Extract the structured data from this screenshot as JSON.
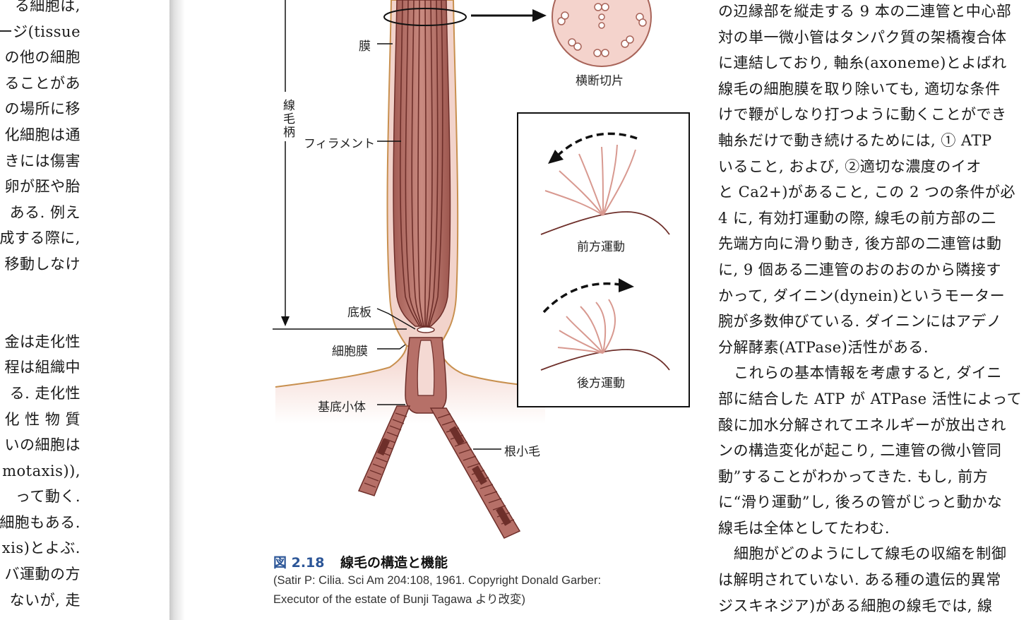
{
  "left_column": {
    "lines": [
      "る細胞は,",
      "ージ(tissue",
      "の他の細胞",
      "ることがあ",
      "の場所に移",
      "化細胞は通",
      "きには傷害",
      "卵が胚や胎",
      "ある. 例え",
      "成する際に,",
      "移動しなけ",
      "",
      "",
      "金は走化性",
      "程は組織中",
      "る. 走化性",
      "化 性 物 質",
      "いの細胞は",
      "motaxis)),",
      "って動く.",
      "細胞もある.",
      "xis)とよぶ.",
      "バ運動の方",
      "ないが, 走"
    ]
  },
  "figure": {
    "labels": {
      "membrane": "膜",
      "shaft": "線毛柄",
      "filament": "フィラメント",
      "basal_plate": "底板",
      "cell_membrane": "細胞膜",
      "basal_body": "基底小体",
      "rootlet": "根小毛",
      "cross_section": "横断切片",
      "forward_motion": "前方運動",
      "backward_motion": "後方運動"
    },
    "caption_number": "図 2.18",
    "caption_title": "線毛の構造と機能",
    "source_line1": "(Satir P: Cilia. Sci Am 204:108, 1961. Copyright Donald Garber:",
    "source_line2": "Executor of the estate of Bunji Tagawa より改変)",
    "colors": {
      "cilium_fill": "#b8736a",
      "cilium_dark": "#6e2f2a",
      "cell_bg": "#f5dcd6",
      "arrow": "#111111"
    }
  },
  "right_column": {
    "lines": [
      "の辺縁部を縦走する 9 本の二連管と中心部",
      "対の単一微小管はタンパク質の架橋複合体",
      "に連結しており, 軸糸(axoneme)とよばれ",
      "線毛の細胞膜を取り除いても, 適切な条件",
      "けで鞭がしなり打つように動くことができ",
      "軸糸だけで動き続けるためには, ① ATP",
      "いること, および, ②適切な濃度のイオ",
      "と Ca2+)があること, この 2 つの条件が必",
      "4 に, 有効打運動の際, 線毛の前方部の二",
      "先端方向に滑り動き, 後方部の二連管は動",
      "に, 9 個ある二連管のおのおのから隣接す",
      "かって, ダイニン(dynein)というモーター",
      "腕が多数伸びている. ダイニンにはアデノ",
      "分解酵素(ATPase)活性がある.",
      "これらの基本情報を考慮すると, ダイニ",
      "部に結合した ATP が ATPase 活性によって",
      "酸に加水分解されてエネルギーが放出され",
      "ンの構造変化が起こり, 二連管の微小管同",
      "動”することがわかってきた. もし, 前方",
      "に“滑り運動”し, 後ろの管がじっと動かな",
      "線毛は全体としてたわむ.",
      "細胞がどのようにして線毛の収縮を制御",
      "は解明されていない. ある種の遺伝的異常",
      "ジスキネジア)がある細胞の線毛では, 線"
    ]
  }
}
